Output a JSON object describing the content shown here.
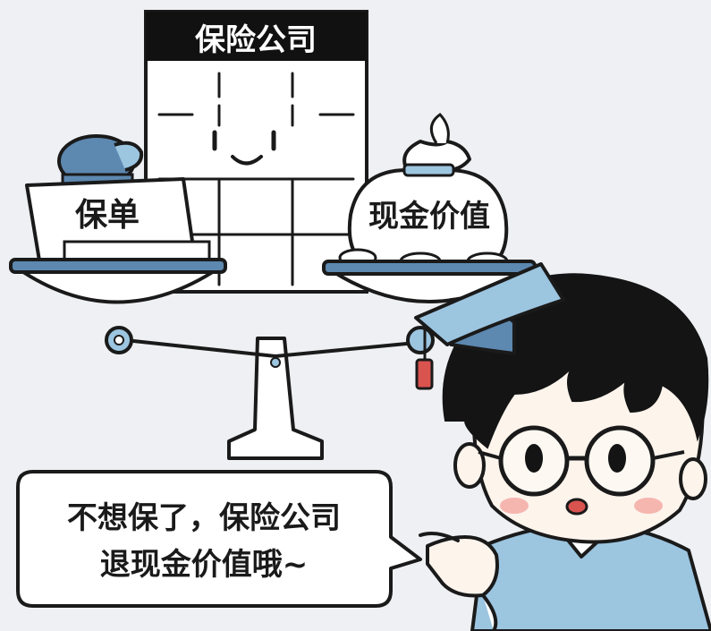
{
  "labels": {
    "company": "保险公司",
    "policy": "保单",
    "cash_value": "现金价值"
  },
  "speech": {
    "line1": "不想保了，保险公司",
    "line2": "退现金价值哦~"
  },
  "colors": {
    "background": "#eef0f3",
    "outline": "#1a1a1a",
    "accent_blue": "#9cc5e0",
    "dark_blue": "#5d88b0",
    "skin": "#fdf4ec",
    "hair": "#141414",
    "tassel": "#d9534f",
    "blush": "#f6b6b0",
    "paper": "#ffffff"
  }
}
